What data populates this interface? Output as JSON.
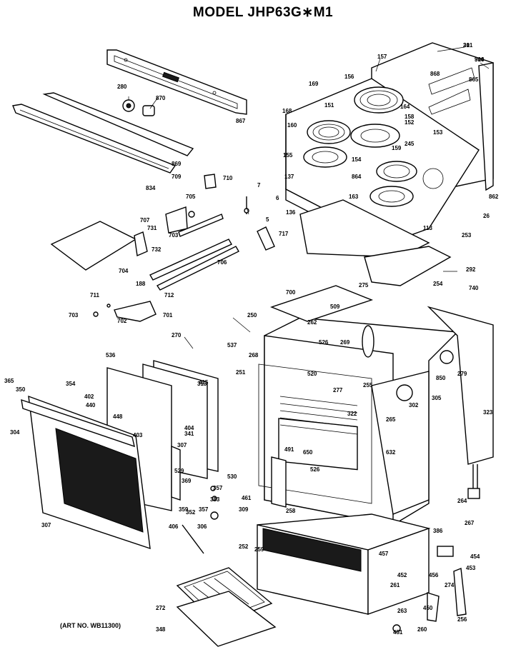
{
  "title": "MODEL JHP63G∗M1",
  "art_number": "(ART NO. WB11300)",
  "part_callouts": [
    "21",
    "914",
    "157",
    "868",
    "865",
    "156",
    "164",
    "169",
    "168",
    "151",
    "160",
    "158",
    "152",
    "153",
    "245",
    "155",
    "154",
    "159",
    "864",
    "862",
    "137",
    "7",
    "6",
    "136",
    "5",
    "717",
    "163",
    "26",
    "113",
    "253",
    "280",
    "870",
    "867",
    "869",
    "834",
    "710",
    "709",
    "705",
    "707",
    "731",
    "732",
    "703",
    "706",
    "704",
    "188",
    "712",
    "711",
    "703",
    "702",
    "701",
    "700",
    "250",
    "509",
    "262",
    "526",
    "269",
    "268",
    "251",
    "520",
    "255",
    "277",
    "322",
    "491",
    "650",
    "526",
    "632",
    "265",
    "302",
    "305",
    "850",
    "279",
    "323",
    "275",
    "254",
    "292",
    "740",
    "270",
    "537",
    "536",
    "350",
    "304",
    "365",
    "307",
    "354",
    "402",
    "440",
    "448",
    "403",
    "404",
    "415",
    "313",
    "307",
    "341",
    "383",
    "357",
    "406",
    "369",
    "306",
    "359",
    "461",
    "309",
    "357",
    "258",
    "259",
    "252",
    "386",
    "457",
    "452",
    "456",
    "454",
    "453",
    "274",
    "261",
    "263",
    "451",
    "450",
    "256",
    "260",
    "264",
    "267",
    "272",
    "348",
    "530",
    "529",
    "352",
    "301",
    "300"
  ]
}
